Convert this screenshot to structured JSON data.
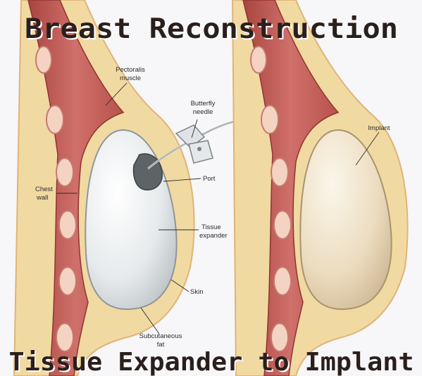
{
  "title_top": "Breast Reconstruction",
  "title_bottom": "Tissue Expander to Implant",
  "labels": {
    "pectoralis_line1": "Pectoralis",
    "pectoralis_line2": "muscle",
    "butterfly_line1": "Butterfly",
    "butterfly_line2": "needle",
    "port": "Port",
    "chest_line1": "Chest",
    "chest_line2": "wall",
    "tissue_line1": "Tissue",
    "tissue_line2": "expander",
    "skin": "Skin",
    "subcut_line1": "Subcutaneous",
    "subcut_line2": "fat",
    "implant": "Implant"
  },
  "colors": {
    "background": "#f7f6f8",
    "skin_fat": "#f1d9a2",
    "skin_edge": "#e4b77e",
    "muscle": "#c9645c",
    "muscle_dark": "#a63f3a",
    "rib_fill": "#f4d3c2",
    "expander": "#e9ecee",
    "implant": "#efe4cf",
    "port": "#6b6f72"
  }
}
